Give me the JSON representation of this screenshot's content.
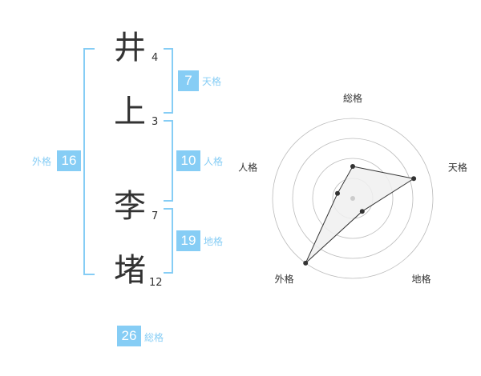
{
  "colors": {
    "accent": "#86cdf5",
    "text": "#333333",
    "radar_fill": "#f0f0f0",
    "grid": "#bbbbbb"
  },
  "name": [
    {
      "char": "井",
      "strokes": "4"
    },
    {
      "char": "上",
      "strokes": "3"
    },
    {
      "char": "李",
      "strokes": "7"
    },
    {
      "char": "堵",
      "strokes": "12"
    }
  ],
  "kaku": {
    "tenkaku": {
      "value": "7",
      "label": "天格"
    },
    "jinkaku": {
      "value": "10",
      "label": "人格"
    },
    "chikaku": {
      "value": "19",
      "label": "地格"
    },
    "gaikaku": {
      "value": "16",
      "label": "外格"
    },
    "soukaku": {
      "value": "26",
      "label": "総格"
    }
  },
  "chart_data": {
    "type": "radar",
    "axes": [
      "総格",
      "天格",
      "地格",
      "外格",
      "人格"
    ],
    "values": [
      2,
      4,
      1,
      5,
      1
    ],
    "rmax": 5,
    "grid_rings": 4
  }
}
